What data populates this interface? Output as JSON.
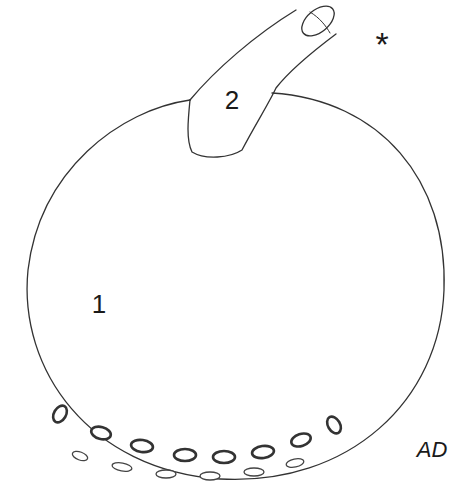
{
  "diagram": {
    "labels": [
      "1",
      "2",
      "*",
      "AD"
    ]
  }
}
